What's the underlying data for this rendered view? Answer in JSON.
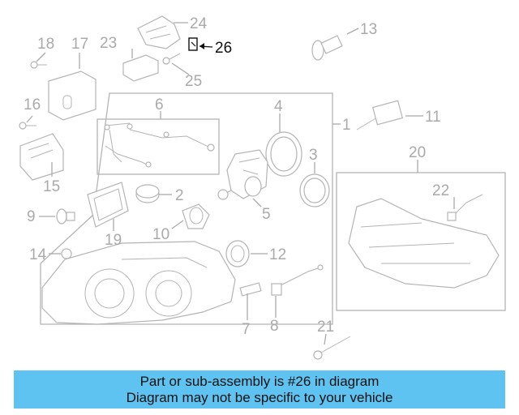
{
  "diagram": {
    "callouts": [
      "1",
      "2",
      "3",
      "4",
      "5",
      "6",
      "7",
      "8",
      "9",
      "10",
      "11",
      "12",
      "13",
      "14",
      "15",
      "16",
      "17",
      "18",
      "19",
      "20",
      "21",
      "22",
      "23",
      "24",
      "25",
      "26"
    ],
    "highlighted_part": "26",
    "highlight_color": "#111111",
    "line_color": "#b4b4b4"
  },
  "banner": {
    "line1": "Part or sub-assembly is #26 in diagram",
    "line2": "Diagram may not be specific to your vehicle",
    "background": "#5ec3f0"
  }
}
